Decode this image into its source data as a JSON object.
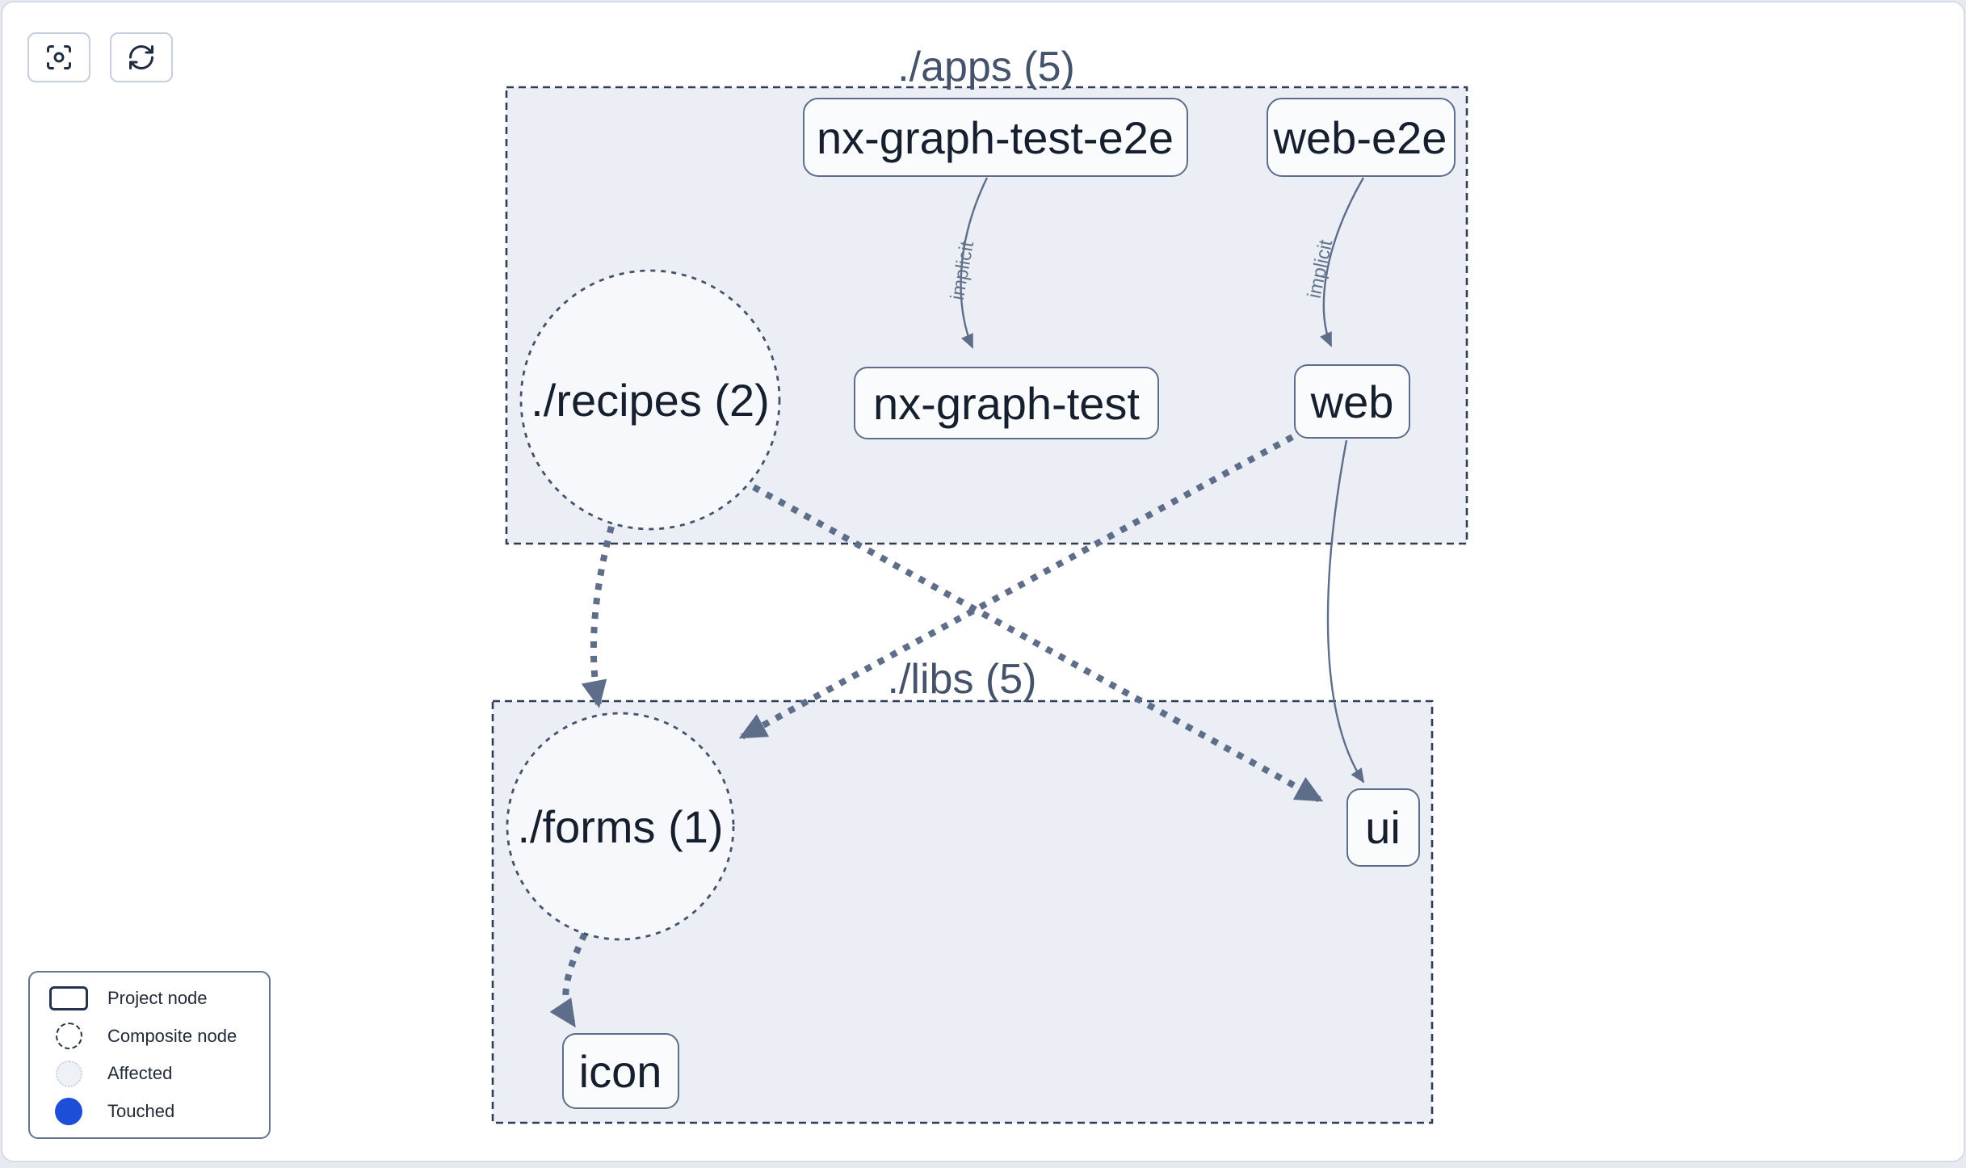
{
  "toolbar": {
    "buttons": [
      {
        "name": "focus",
        "icon": "focus-icon"
      },
      {
        "name": "refresh",
        "icon": "refresh-icon"
      }
    ]
  },
  "groups": {
    "apps": {
      "label": "./apps (5)"
    },
    "libs": {
      "label": "./libs (5)"
    }
  },
  "nodes": {
    "nx_graph_test_e2e": {
      "label": "nx-graph-test-e2e",
      "type": "project"
    },
    "web_e2e": {
      "label": "web-e2e",
      "type": "project"
    },
    "recipes": {
      "label": "./recipes (2)",
      "type": "composite"
    },
    "nx_graph_test": {
      "label": "nx-graph-test",
      "type": "project"
    },
    "web": {
      "label": "web",
      "type": "project"
    },
    "forms": {
      "label": "./forms (1)",
      "type": "composite"
    },
    "ui": {
      "label": "ui",
      "type": "project"
    },
    "icon": {
      "label": "icon",
      "type": "project"
    }
  },
  "edges": [
    {
      "from": "nx-graph-test-e2e",
      "to": "nx-graph-test",
      "label": "implicit",
      "style": "thin"
    },
    {
      "from": "web-e2e",
      "to": "web",
      "label": "implicit",
      "style": "thin"
    },
    {
      "from": "web",
      "to": "ui",
      "label": "",
      "style": "thin"
    },
    {
      "from": "./recipes (2)",
      "to": "./forms (1)",
      "label": "",
      "style": "thick-dashed"
    },
    {
      "from": "./recipes (2)",
      "to": "ui",
      "label": "",
      "style": "thick-dashed"
    },
    {
      "from": "web",
      "to": "./forms (1)",
      "label": "",
      "style": "thick-dashed"
    },
    {
      "from": "./forms (1)",
      "to": "icon",
      "label": "",
      "style": "thick-dashed"
    }
  ],
  "legend": {
    "items": [
      {
        "label": "Project node",
        "swatch": "project"
      },
      {
        "label": "Composite node",
        "swatch": "composite"
      },
      {
        "label": "Affected",
        "swatch": "affected"
      },
      {
        "label": "Touched",
        "swatch": "touched"
      }
    ]
  },
  "colors": {
    "edge": "#5d6d8a",
    "group_fill": "#ebeff5",
    "group_border": "#2f3e55",
    "node_text": "#161f2e",
    "touched_blue": "#1d4ed8",
    "affected_fill": "#eef1f6"
  }
}
